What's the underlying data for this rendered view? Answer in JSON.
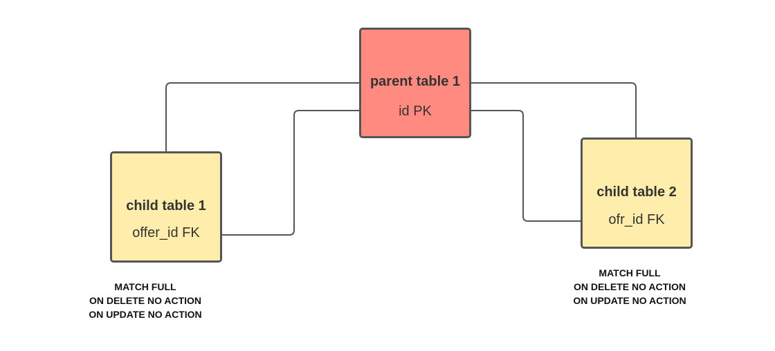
{
  "colors": {
    "parent_fill": "#ff8a80",
    "child_fill": "#ffeeab",
    "border": "#555555",
    "connector": "#555555"
  },
  "parent_table": {
    "title": "parent table 1",
    "field": "id PK"
  },
  "child_table_1": {
    "title": "child table 1",
    "field": "offer_id FK",
    "constraint": {
      "match": "MATCH FULL",
      "on_delete": "ON DELETE NO ACTION",
      "on_update": "ON UPDATE NO ACTION"
    }
  },
  "child_table_2": {
    "title": "child table 2",
    "field": "ofr_id FK",
    "constraint": {
      "match": "MATCH FULL",
      "on_delete": "ON DELETE NO ACTION",
      "on_update": "ON UPDATE NO ACTION"
    }
  }
}
